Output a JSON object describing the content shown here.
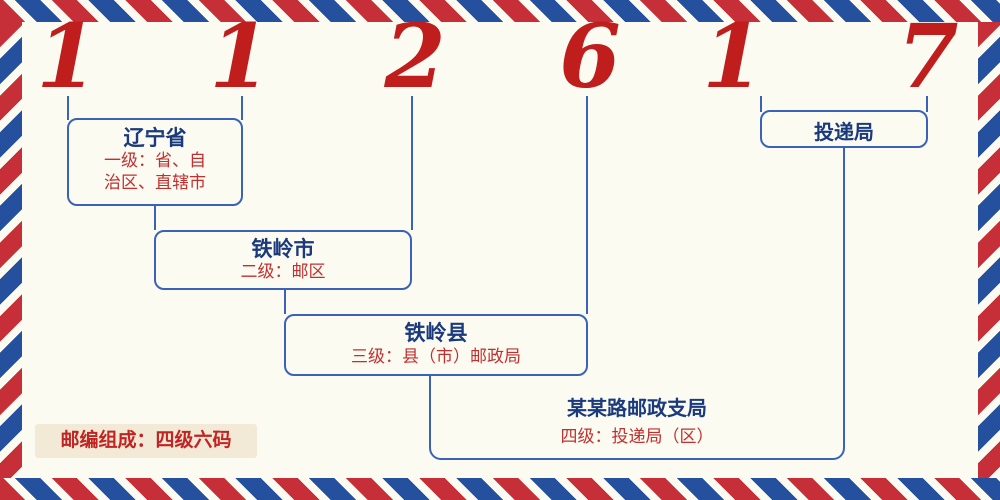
{
  "postal_code": {
    "digits": [
      "1",
      "1",
      "2",
      "6",
      "1",
      "7"
    ],
    "digit_color": "#c01d1d"
  },
  "labels": {
    "level1": {
      "name": "辽宁省",
      "desc_full": "一级：省、自治区、直辖市",
      "desc_line1": "一级：省、自",
      "desc_line2": "治区、直辖市"
    },
    "level2": {
      "name": "铁岭市",
      "desc": "二级：邮区"
    },
    "level3": {
      "name": "铁岭县",
      "desc": "三级：县（市）邮政局"
    },
    "level4": {
      "name": "某某路邮政支局",
      "desc": "四级：投递局（区）"
    },
    "delivery": {
      "name": "投递局"
    }
  },
  "footer": {
    "note": "邮编组成：四级六码"
  },
  "colors": {
    "background": "#fcfbf2",
    "line_blue": "#3a63b8",
    "name_text": "#1a3a7d",
    "desc_text": "#c22f2f",
    "stripe_red": "#c62f38",
    "stripe_blue": "#24509e",
    "chip_background": "#f2e9d6"
  }
}
